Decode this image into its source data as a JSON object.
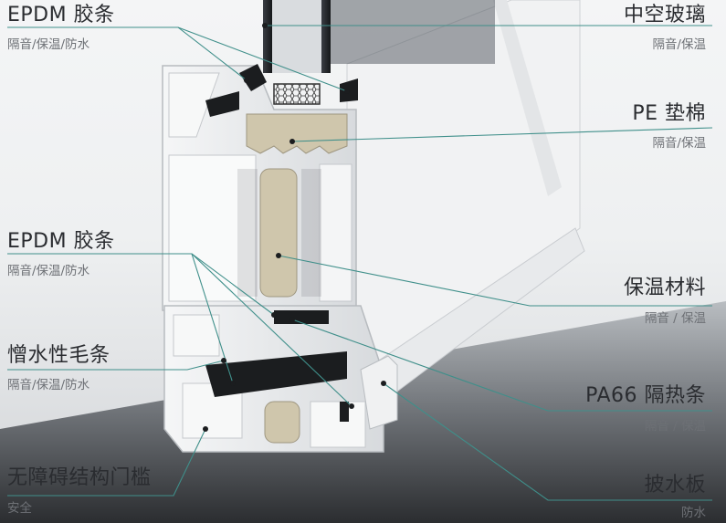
{
  "callouts": {
    "left": [
      {
        "title": "EPDM 胶条",
        "sub": "隔音/保温/防水"
      },
      {
        "title": "EPDM 胶条",
        "sub": "隔音/保温/防水"
      },
      {
        "title": "憎水性毛条",
        "sub": "隔音/保温/防水"
      },
      {
        "title": "无障碍结构门槛",
        "sub": "安全"
      }
    ],
    "right": [
      {
        "title": "中空玻璃",
        "sub": "隔音/保温"
      },
      {
        "title": "PE 垫棉",
        "sub": "隔音/保温"
      },
      {
        "title": "保温材料",
        "sub": "隔音 / 保温"
      },
      {
        "title": "PA66 隔热条",
        "sub": "隔音 / 保温"
      },
      {
        "title": "披水板",
        "sub": "防水"
      }
    ]
  },
  "colors": {
    "leader_line": "#3f8f8a",
    "aluminum": "#e9ebec",
    "gasket": "#1b1d1f",
    "foam": "#cfc6ac"
  }
}
